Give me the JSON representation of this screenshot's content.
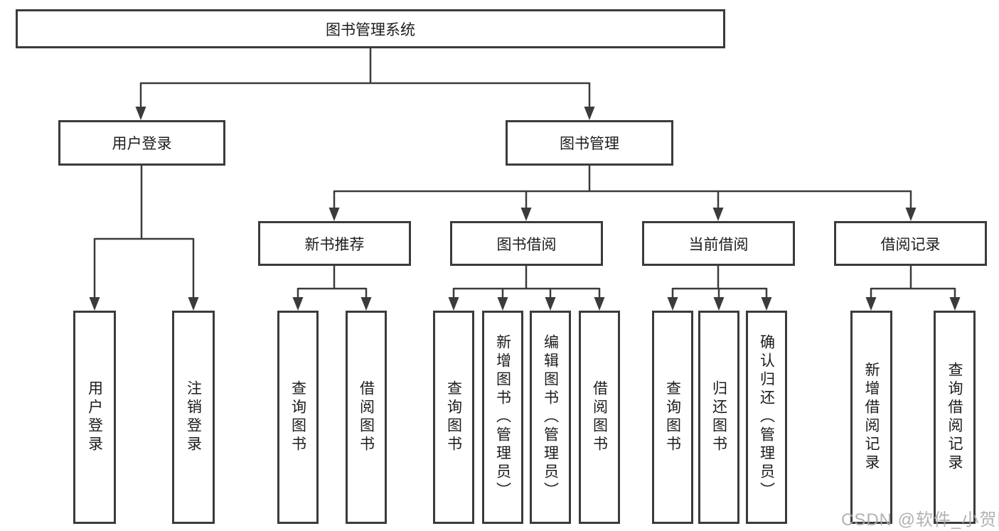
{
  "diagram_type": "hierarchy",
  "colors": {
    "line": "#3b3b3b",
    "box_border": "#3b3b3b",
    "text": "#1c1c1c",
    "background": "#ffffff",
    "watermark": "#ababab"
  },
  "tree": {
    "label": "图书管理系统",
    "children": [
      {
        "label": "用户登录",
        "children": [
          {
            "label": "用户登录"
          },
          {
            "label": "注销登录"
          }
        ]
      },
      {
        "label": "图书管理",
        "children": [
          {
            "label": "新书推荐",
            "children": [
              {
                "label": "查询图书"
              },
              {
                "label": "借阅图书"
              }
            ]
          },
          {
            "label": "图书借阅",
            "children": [
              {
                "label": "查询图书"
              },
              {
                "label": "新增图书（管理员）"
              },
              {
                "label": "编辑图书（管理员）"
              },
              {
                "label": "借阅图书"
              }
            ]
          },
          {
            "label": "当前借阅",
            "children": [
              {
                "label": "查询图书"
              },
              {
                "label": "归还图书"
              },
              {
                "label": "确认归还（管理员）"
              }
            ]
          },
          {
            "label": "借阅记录",
            "children": [
              {
                "label": "新增借阅记录"
              },
              {
                "label": "查询借阅记录"
              }
            ]
          }
        ]
      }
    ]
  },
  "watermark": {
    "text": "CSDN @软件_小贺同学"
  }
}
